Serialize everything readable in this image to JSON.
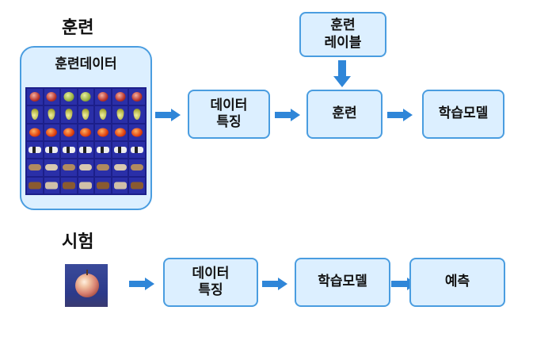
{
  "training": {
    "title": "훈련",
    "dataset_label": "훈련데이터",
    "feature_box": "데이터\n특징",
    "label_box": "훈련\n레이블",
    "train_box": "훈련",
    "model_box": "학습모델"
  },
  "testing": {
    "title": "시험",
    "feature_box": "데이터\n특징",
    "model_box": "학습모델",
    "predict_box": "예측"
  },
  "dataset_rows": [
    "apple",
    "pear",
    "tomato",
    "cow",
    "dog",
    "horse"
  ],
  "colors": {
    "box_fill": "#dcefff",
    "box_border": "#4a9de0",
    "arrow": "#2f86d8",
    "image_background": "#1c1f8a"
  }
}
